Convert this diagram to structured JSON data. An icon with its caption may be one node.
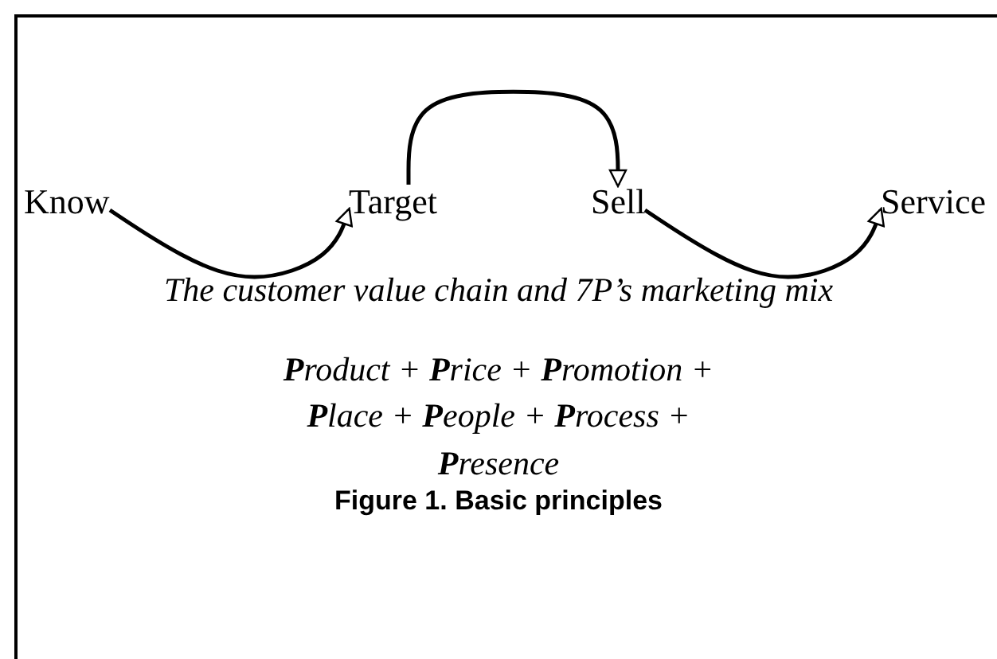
{
  "diagram": {
    "caption": "Figure 1. Basic principles",
    "nodes": [
      {
        "text": [
          "Know"
        ]
      },
      {
        "text": [
          "Target"
        ]
      },
      {
        "text": [
          "Sell"
        ]
      },
      {
        "text": [
          "Service"
        ]
      }
    ],
    "edges": [
      {
        "from": 0,
        "to": 1,
        "arrow": "to"
      },
      {
        "from": 1,
        "to": 2,
        "arrow": "to"
      },
      {
        "from": 2,
        "to": 3,
        "arrow": "to"
      }
    ],
    "labels": [
      "The customer value chain and 7P’s marketing mix",
      "**P**roduct + **P**rice + **P**romotion + **P**lace + **P**eople + **P**rocess + **P**resence"
    ]
  }
}
